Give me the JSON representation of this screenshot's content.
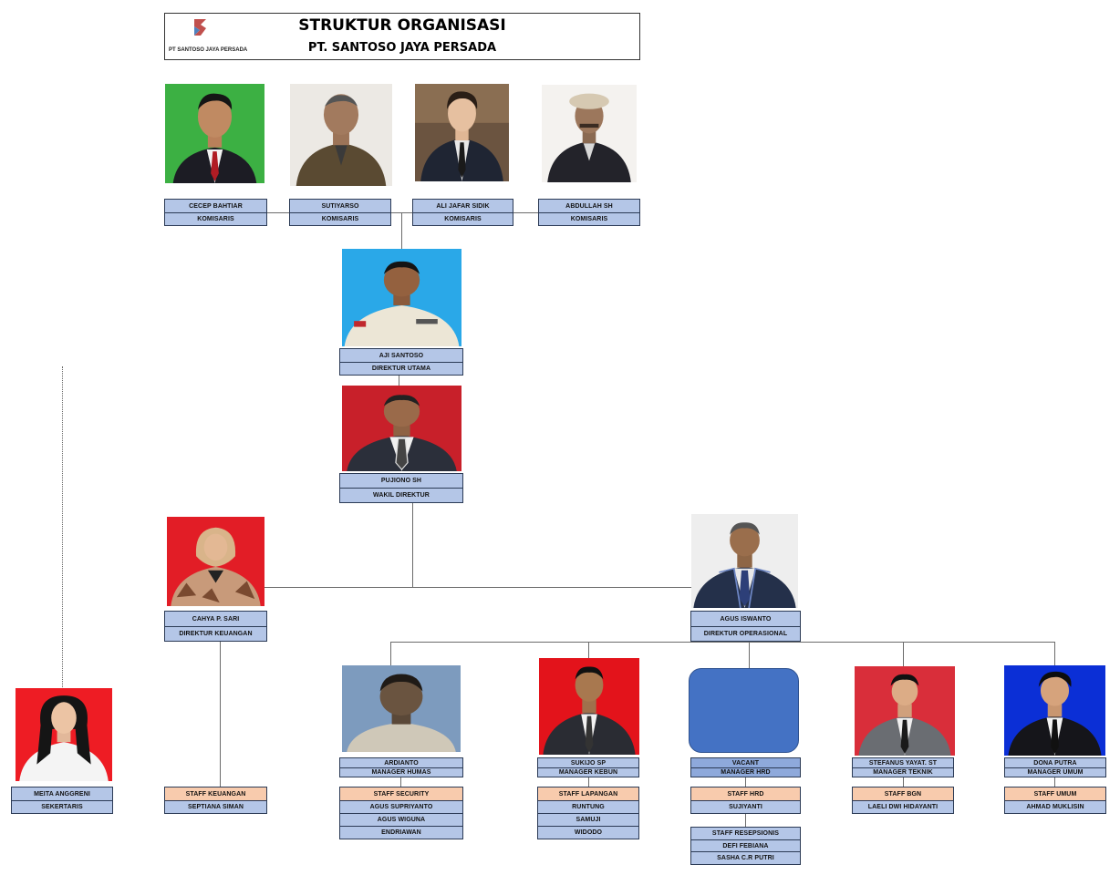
{
  "header": {
    "title": "STRUKTUR ORGANISASI",
    "subtitle": "PT. SANTOSO JAYA PERSADA",
    "logo_text": "PT SANTOSO JAYA PERSADA",
    "logo_icon": "company-logo-icon"
  },
  "commissioners": [
    {
      "name": "CECEP BAHTIAR",
      "role": "KOMISARIS"
    },
    {
      "name": "SUTIYARSO",
      "role": "KOMISARIS"
    },
    {
      "name": "ALI JAFAR SIDIK",
      "role": "KOMISARIS"
    },
    {
      "name": "ABDULLAH SH",
      "role": "KOMISARIS"
    }
  ],
  "director": {
    "name": "AJI SANTOSO",
    "role": "DIREKTUR UTAMA"
  },
  "vice_director": {
    "name": "PUJIONO SH",
    "role": "WAKIL DIREKTUR"
  },
  "finance_director": {
    "name": "CAHYA P. SARI",
    "role": "DIREKTUR KEUANGAN"
  },
  "operations_director": {
    "name": "AGUS ISWANTO",
    "role": "DIREKTUR OPERASIONAL"
  },
  "secretary": {
    "name": "MEITA ANGGRENI",
    "role": "SEKERTARIS"
  },
  "finance_staff": {
    "title": "STAFF KEUANGAN",
    "members": [
      "SEPTIANA SIMAN"
    ]
  },
  "managers": [
    {
      "name": "ARDIANTO",
      "role": "MANAGER HUMAS",
      "staff_title": "STAFF SECURITY",
      "staff": [
        "AGUS SUPRIYANTO",
        "AGUS WIGUNA",
        "ENDRIAWAN"
      ]
    },
    {
      "name": "SUKIJO SP",
      "role": "MANAGER KEBUN",
      "staff_title": "STAFF  LAPANGAN",
      "staff": [
        "RUNTUNG",
        "SAMUJI",
        "WIDODO"
      ]
    },
    {
      "name": "VACANT",
      "role": "MANAGER HRD",
      "staff_title": "STAFF HRD",
      "staff": [
        "SUJIYANTI"
      ],
      "extra_title": "STAFF RESEPSIONIS",
      "extra_staff": [
        "DEFI FEBIANA",
        "SASHA C.R PUTRI"
      ]
    },
    {
      "name": "STEFANUS YAYAT. ST",
      "role": "MANAGER TEKNIK",
      "staff_title": "STAFF BGN",
      "staff": [
        "LAELI DWI HIDAYANTI"
      ]
    },
    {
      "name": "DONA PUTRA",
      "role": "MANAGER UMUM",
      "staff_title": "STAFF UMUM",
      "staff": [
        "AHMAD MUKLISIN"
      ]
    }
  ],
  "colors": {
    "label_blue": "#b4c6e7",
    "label_blue_dark": "#8ea9db",
    "label_peach": "#f8cbad",
    "vacant_box": "#4472c4"
  }
}
